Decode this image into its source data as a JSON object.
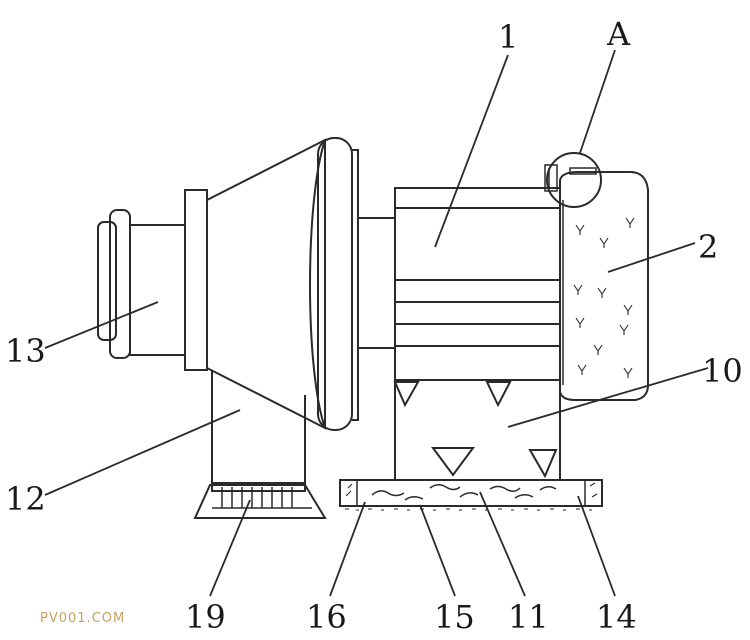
{
  "callouts": {
    "c1": "1",
    "cA": "A",
    "c2": "2",
    "c10": "10",
    "c13": "13",
    "c12": "12",
    "c19": "19",
    "c16": "16",
    "c15": "15",
    "c11": "11",
    "c14": "14"
  },
  "watermark": "PV001.COM"
}
